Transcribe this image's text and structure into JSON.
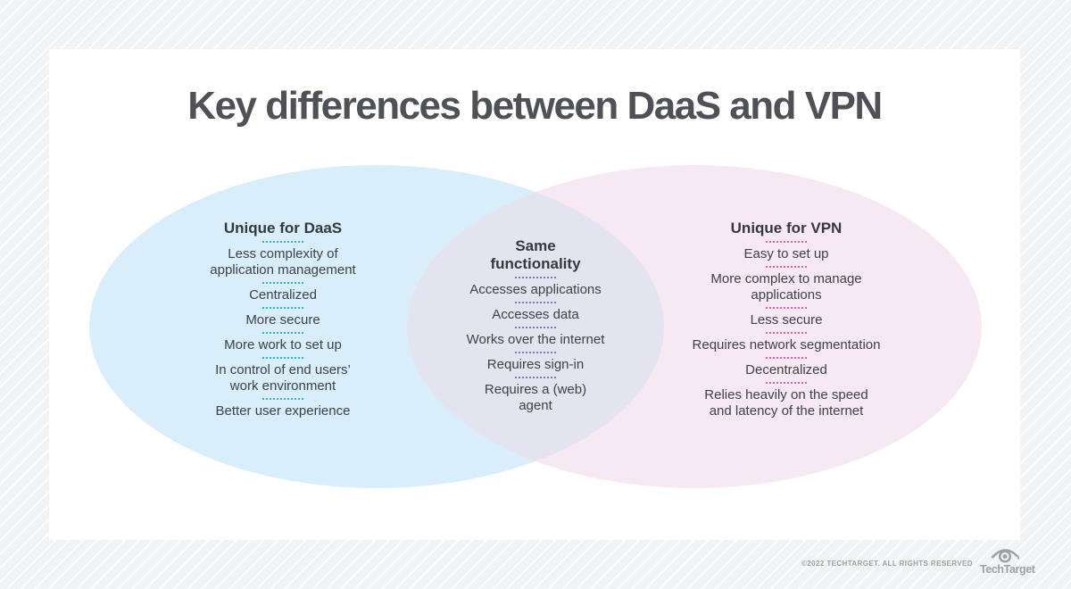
{
  "title": "Key differences between DaaS and VPN",
  "venn": {
    "left": {
      "heading": "Unique for DaaS",
      "items": [
        "Less complexity of\napplication management",
        "Centralized",
        "More secure",
        "More work to set up",
        "In control of end users’\nwork environment",
        "Better user experience"
      ],
      "fill": "#d9eefb",
      "dot_color": "#2bb3d6"
    },
    "middle": {
      "heading": "Same\nfunctionality",
      "items": [
        "Accesses applications",
        "Accesses data",
        "Works over the internet",
        "Requires sign-in",
        "Requires a (web)\nagent"
      ],
      "fill": "#e4e4f0",
      "dot_color": "#7a73c6"
    },
    "right": {
      "heading": "Unique for VPN",
      "items": [
        "Easy to set up",
        "More complex to manage\napplications",
        "Less secure",
        "Requires network segmentation",
        "Decentralized",
        "Relies heavily on the speed\nand latency of the internet"
      ],
      "fill": "#f6e9f3",
      "dot_color": "#dc61a8"
    }
  },
  "footer": {
    "copyright": "©2022 TECHTARGET. ALL RIGHTS RESERVED",
    "logo_text": "TechTarget",
    "logo_icon": "eye-icon",
    "logo_color": "#9ba1a7"
  }
}
